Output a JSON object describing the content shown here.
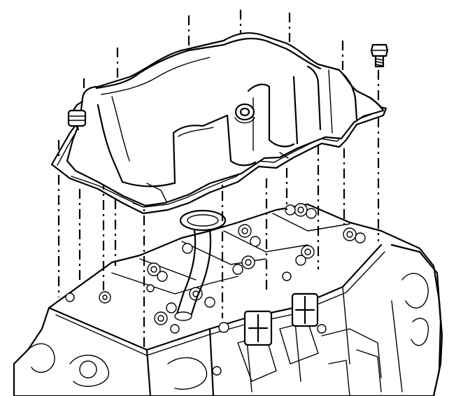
{
  "diagram": {
    "subject": "oil-pan-installation-exploded-view",
    "components": [
      "oil-pan",
      "oil-pan-gasket",
      "oil-pan-bolt",
      "engine-block",
      "oil-pump-pickup-tube",
      "crankshaft-bearing-caps",
      "cylinder-block-bottom"
    ],
    "colors": {
      "ink": "#000000",
      "background": "#ffffff"
    }
  }
}
